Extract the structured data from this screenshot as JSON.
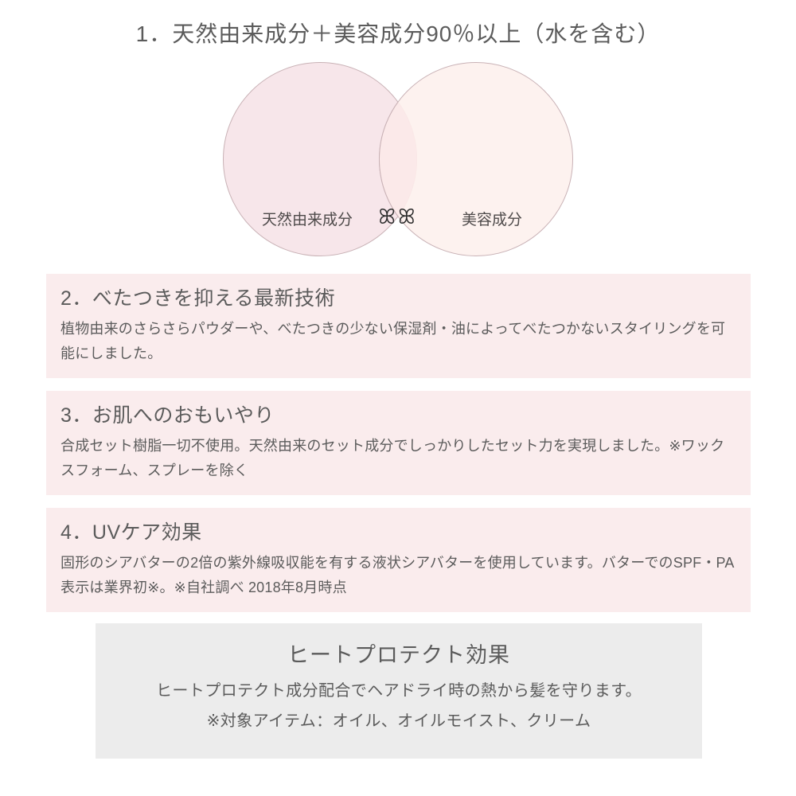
{
  "colors": {
    "page_background": "#ffffff",
    "circle_left_fill": "#f7e6ea",
    "circle_right_fill": "#fdf0ed",
    "circle_stroke": "#c9b2b6",
    "feature_box_background": "#faeced",
    "gray_box_background": "#ececec",
    "text_primary": "#5b5b5b",
    "text_venn": "#4e4a4a",
    "text_venn_center": "#2b2b2b"
  },
  "section1": {
    "title": "1．天然由来成分＋美容成分90％以上（水を含む）",
    "venn": {
      "left_label": "天然由来成分",
      "center_label": "ꕤꕤ",
      "right_label": "美容成分"
    }
  },
  "features": [
    {
      "heading": "2．べたつきを抑える最新技術",
      "body": "植物由来のさらさらパウダーや、べたつきの少ない保湿剤・油によってべたつかないスタイリングを可能にしました。"
    },
    {
      "heading": "3．お肌へのおもいやり",
      "body": "合成セット樹脂一切不使用。天然由来のセット成分でしっかりしたセット力を実現しました。※ワックスフォーム、スプレーを除く"
    },
    {
      "heading": "4．UVケア効果",
      "body": "固形のシアバターの2倍の紫外線吸収能を有する液状シアバターを使用しています。バターでのSPF・PA表示は業界初※。※自社調べ 2018年8月時点"
    }
  ],
  "heat_protect": {
    "title": "ヒートプロテクト効果",
    "line1": "ヒートプロテクト成分配合でヘアドライ時の熱から髪を守ります。",
    "line2": "※対象アイテム：オイル、オイルモイスト、クリーム"
  }
}
